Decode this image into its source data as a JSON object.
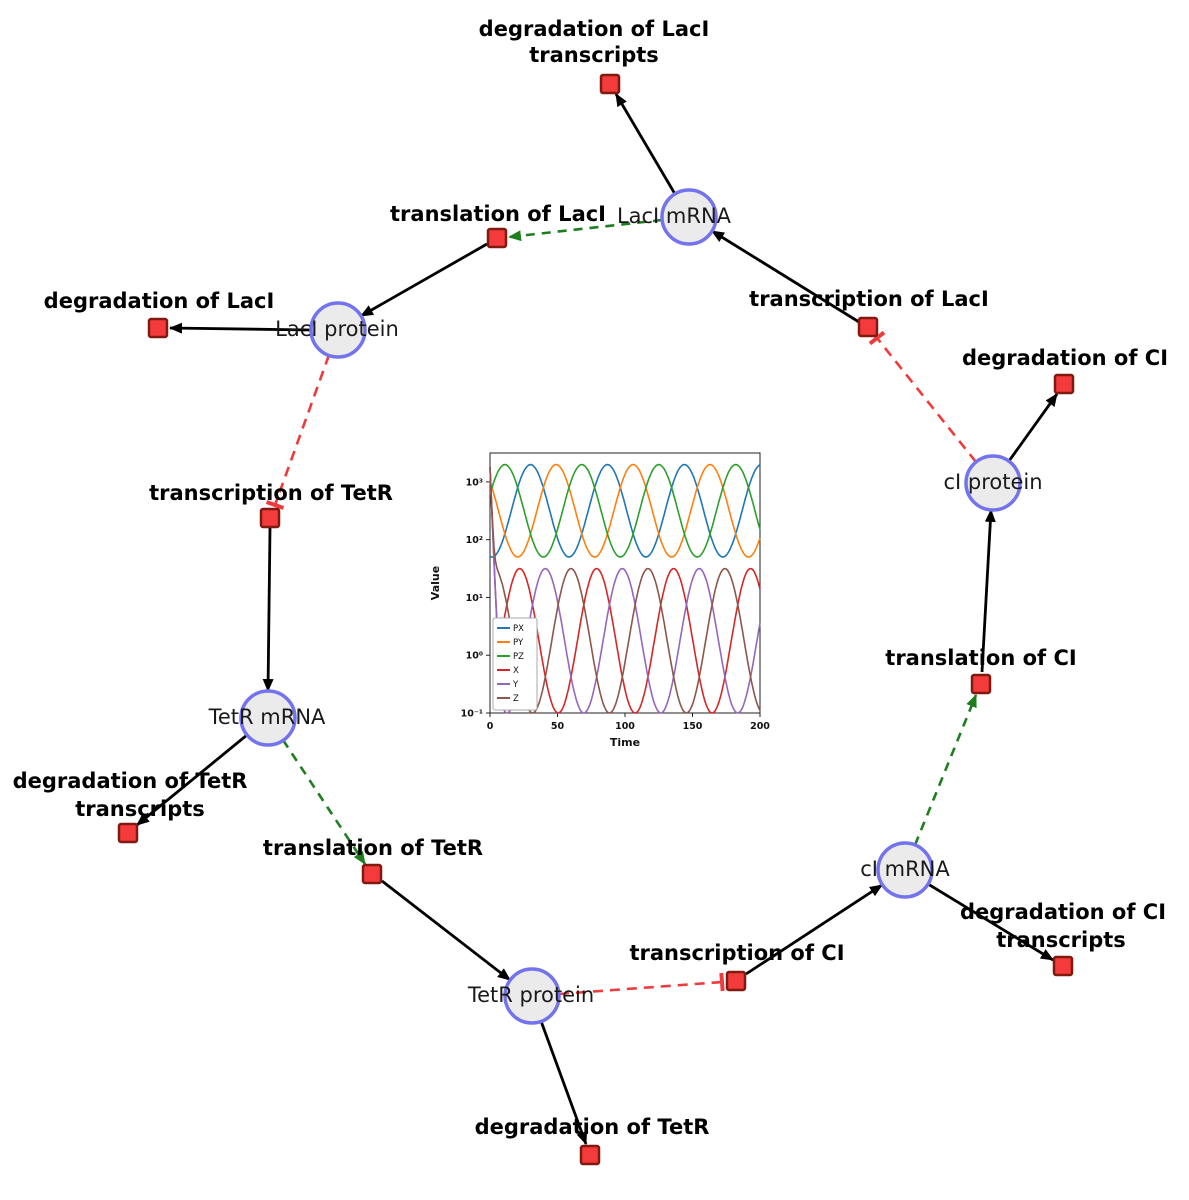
{
  "diagram": {
    "title": "repressilator gene regulatory network",
    "colors": {
      "species_fill": "#ebebeb",
      "species_stroke": "#7373ee",
      "reaction_fill": "#f43b3b",
      "reaction_stroke": "#801910",
      "edge": "#000000",
      "modifier_edge": "#1e7d1e",
      "inhibition_edge": "#ef3b3b"
    },
    "species": {
      "laci_mrna": {
        "label": "LacI mRNA"
      },
      "laci_protein": {
        "label": "LacI protein"
      },
      "tetr_mrna": {
        "label": "TetR mRNA"
      },
      "tetr_protein": {
        "label": "TetR protein"
      },
      "ci_mrna": {
        "label": "cI mRNA"
      },
      "ci_protein": {
        "label": "cI protein"
      }
    },
    "reactions": {
      "deg_laci_tx": {
        "lines": [
          "degradation of LacI",
          "transcripts"
        ]
      },
      "transl_laci": {
        "label": "translation of LacI"
      },
      "transcr_laci": {
        "label": "transcription of LacI"
      },
      "deg_laci": {
        "label": "degradation of LacI"
      },
      "deg_ci": {
        "label": "degradation of CI"
      },
      "transcr_tetr": {
        "label": "transcription of TetR"
      },
      "transl_ci": {
        "label": "translation of CI"
      },
      "deg_tetr_tx": {
        "lines": [
          "degradation of TetR",
          "transcripts"
        ]
      },
      "transl_tetr": {
        "label": "translation of TetR"
      },
      "deg_ci_tx": {
        "lines": [
          "degradation of CI",
          "transcripts"
        ]
      },
      "transcr_ci": {
        "label": "transcription of CI"
      },
      "deg_tetr": {
        "label": "degradation of TetR"
      }
    },
    "edges": [
      {
        "from": "laci_mrna",
        "to": "deg_laci_tx",
        "type": "consumption"
      },
      {
        "from": "transcr_laci",
        "to": "laci_mrna",
        "type": "production"
      },
      {
        "from": "laci_mrna",
        "to": "transl_laci",
        "type": "modifier"
      },
      {
        "from": "transl_laci",
        "to": "laci_protein",
        "type": "production"
      },
      {
        "from": "laci_protein",
        "to": "deg_laci",
        "type": "consumption"
      },
      {
        "from": "laci_protein",
        "to": "transcr_tetr",
        "type": "inhibition"
      },
      {
        "from": "transcr_tetr",
        "to": "tetr_mrna",
        "type": "production"
      },
      {
        "from": "tetr_mrna",
        "to": "deg_tetr_tx",
        "type": "consumption"
      },
      {
        "from": "tetr_mrna",
        "to": "transl_tetr",
        "type": "modifier"
      },
      {
        "from": "transl_tetr",
        "to": "tetr_protein",
        "type": "production"
      },
      {
        "from": "tetr_protein",
        "to": "deg_tetr",
        "type": "consumption"
      },
      {
        "from": "tetr_protein",
        "to": "transcr_ci",
        "type": "inhibition"
      },
      {
        "from": "transcr_ci",
        "to": "ci_mrna",
        "type": "production"
      },
      {
        "from": "ci_mrna",
        "to": "deg_ci_tx",
        "type": "consumption"
      },
      {
        "from": "ci_mrna",
        "to": "transl_ci",
        "type": "modifier"
      },
      {
        "from": "transl_ci",
        "to": "ci_protein",
        "type": "production"
      },
      {
        "from": "ci_protein",
        "to": "deg_ci",
        "type": "consumption"
      },
      {
        "from": "ci_protein",
        "to": "transcr_laci",
        "type": "inhibition"
      }
    ]
  },
  "chart_data": {
    "type": "line",
    "title": "",
    "xlabel": "Time",
    "ylabel": "Value",
    "x_range": [
      0,
      200
    ],
    "x_ticks": [
      0,
      50,
      100,
      150,
      200
    ],
    "y_scale": "log",
    "y_ticks": [
      "10⁻¹",
      "10⁰",
      "10¹",
      "10²",
      "10³"
    ],
    "y_tick_exponents": [
      -1,
      0,
      1,
      2,
      3
    ],
    "y_range_exponents": [
      -1,
      3.5
    ],
    "grid": false,
    "legend_position": "center left",
    "oscillation_model": "log10(y) = log_mid + log_amp*cos(2*pi*(t-peak_t)/period); series with spike=true additionally decay from ~1800 at t=0 with tau=0.8",
    "protein_peak_approx": 2000,
    "protein_trough_approx": 50,
    "mrna_peak_approx": 30,
    "mrna_trough_approx": 0.1,
    "series": [
      {
        "name": "PX",
        "color": "#1f77b4",
        "log_mid": 2.5,
        "log_amp": 0.8,
        "period": 57,
        "peak_t": 30,
        "spike": false
      },
      {
        "name": "PY",
        "color": "#ff7f0e",
        "log_mid": 2.5,
        "log_amp": 0.8,
        "period": 57,
        "peak_t": 49,
        "spike": false
      },
      {
        "name": "PZ",
        "color": "#2ca02c",
        "log_mid": 2.5,
        "log_amp": 0.8,
        "period": 57,
        "peak_t": 68,
        "spike": false
      },
      {
        "name": "X",
        "color": "#d62728",
        "log_mid": 0.25,
        "log_amp": 1.25,
        "period": 57,
        "peak_t": 22,
        "spike": true
      },
      {
        "name": "Y",
        "color": "#9467bd",
        "log_mid": 0.25,
        "log_amp": 1.25,
        "period": 57,
        "peak_t": 41,
        "spike": true
      },
      {
        "name": "Z",
        "color": "#8c564b",
        "log_mid": 0.25,
        "log_amp": 1.25,
        "period": 57,
        "peak_t": 60,
        "spike": true
      }
    ]
  }
}
